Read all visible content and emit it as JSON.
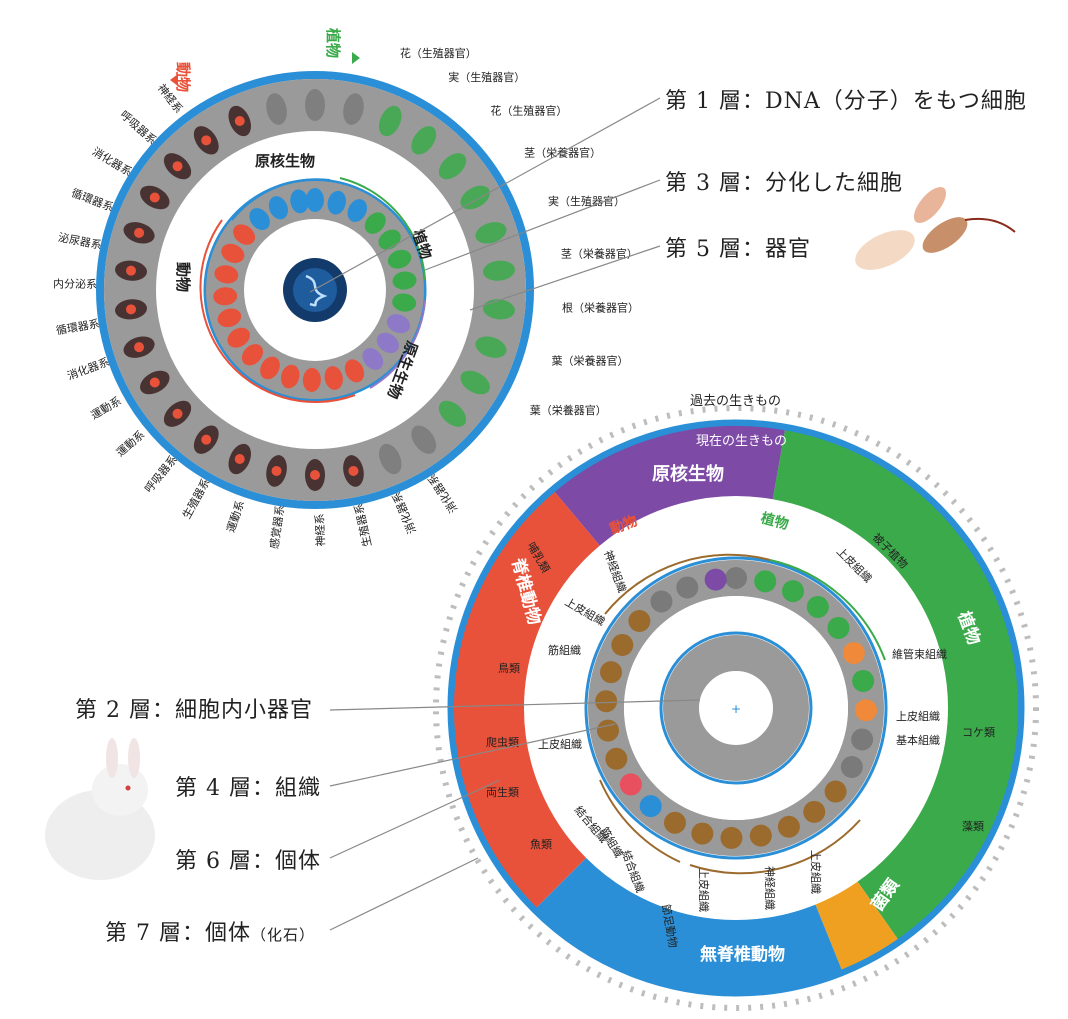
{
  "colors": {
    "animal": "#e8523a",
    "plant": "#3aaa4a",
    "prokaryote": "#2a8fd6",
    "protist": "#8e78c8",
    "gray": "#9a9a9a",
    "ring_blue": "#2a8fd6",
    "brown": "#9b6b2e",
    "purple_band": "#7d4aa6",
    "orange_band": "#f0a020",
    "line": "#888888"
  },
  "callouts": {
    "layer1": "第 1 層：DNA（分子）をもつ細胞",
    "layer3": "第 3 層：分化した細胞",
    "layer5": "第 5 層：器官",
    "layer2": "第 2 層：細胞内小器官",
    "layer4": "第 4 層：組織",
    "layer6": "第 6 層：個体",
    "layer7_main": "第 7 層：個体",
    "layer7_note": "（化石）"
  },
  "top_circle": {
    "animal_header": "動物",
    "plant_header": "植物",
    "inner_prokaryote": "原核生物",
    "inner_plant": "植物",
    "inner_animal": "動物",
    "inner_protist": "原生生物",
    "animal_organs": [
      "神経系",
      "呼吸器系",
      "消化器系",
      "循環器系",
      "泌尿器系",
      "内分泌系",
      "循環器系",
      "消化器系",
      "運動系",
      "運動系",
      "呼吸器系",
      "生殖器系",
      "運動系",
      "感覚器系",
      "神経系",
      "生殖器系",
      "消化器系",
      "消化器系"
    ],
    "plant_organs": [
      "花（生殖器官）",
      "実（生殖器官）",
      "花（生殖器官）",
      "茎（栄養器官）",
      "実（生殖器官）",
      "茎（栄養器官）",
      "根（栄養器官）",
      "葉（栄養器官）",
      "葉（栄養器官）"
    ]
  },
  "bottom_circle": {
    "past": "過去の生きもの",
    "present": "現在の生きもの",
    "prokaryote": "原核生物",
    "plant": "植物",
    "fungi": "菌類",
    "invertebrate": "無脊椎動物",
    "vertebrate": "脊椎動物",
    "plant_subgroups": [
      "被子植物",
      "コケ類",
      "藻類"
    ],
    "vertebrate_subgroups": [
      "哺乳類",
      "鳥類",
      "爬虫類",
      "両生類",
      "魚類"
    ],
    "arthropod": "節足動物",
    "animal_header": "動物",
    "plant_header": "植物",
    "tissues_animal": [
      "神経組織",
      "上皮組織",
      "筋組織",
      "上皮組織",
      "結合組織",
      "筋組織",
      "結合組織",
      "上皮組織",
      "神経組織",
      "上皮組織"
    ],
    "tissues_plant": [
      "上皮組織",
      "維管束組織",
      "上皮組織",
      "基本組織"
    ]
  }
}
